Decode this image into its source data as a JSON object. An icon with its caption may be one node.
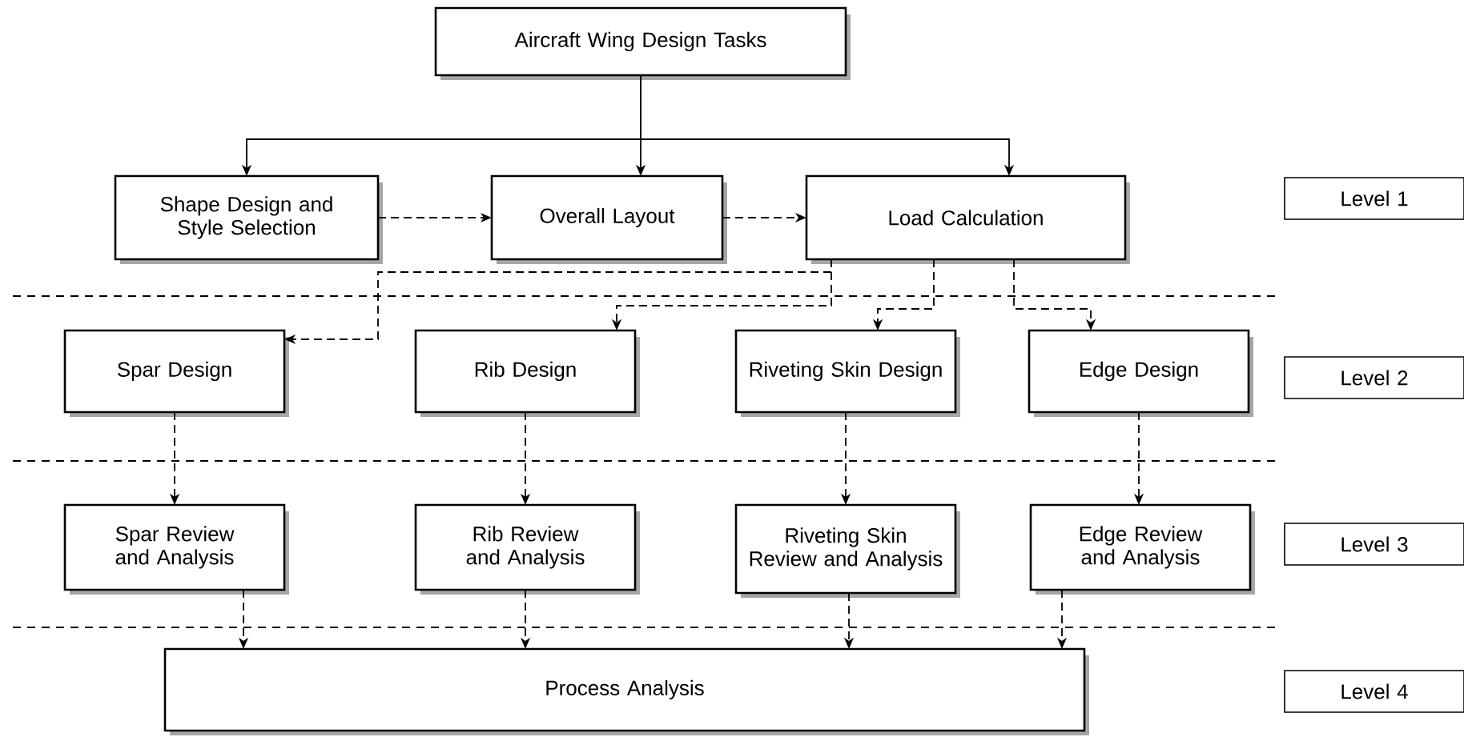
{
  "diagram": {
    "nodes": [
      {
        "text": [
          "Aircraft Wing Design Tasks"
        ]
      },
      {
        "text": [
          "Shape Design and Style Selection"
        ]
      },
      {
        "text": [
          "Overall Layout"
        ]
      },
      {
        "text": [
          "Load Calculation"
        ]
      },
      {
        "text": [
          "Level 1"
        ]
      },
      {
        "text": [
          "Spar Design"
        ]
      },
      {
        "text": [
          "Rib Design"
        ]
      },
      {
        "text": [
          "Riveting Skin Design"
        ]
      },
      {
        "text": [
          "Edge Design"
        ]
      },
      {
        "text": [
          "Level 2"
        ]
      },
      {
        "text": [
          "Spar Review and Analysis"
        ]
      },
      {
        "text": [
          "Rib Review and Analysis"
        ]
      },
      {
        "text": [
          "Riveting Skin Review and Analysis"
        ]
      },
      {
        "text": [
          "Edge Review and Analysis"
        ]
      },
      {
        "text": [
          "Level 3"
        ]
      },
      {
        "text": [
          "Process Analysis"
        ]
      },
      {
        "text": [
          "Level 4"
        ]
      }
    ],
    "edges": [
      {
        "from": 0,
        "to": 1,
        "arrow": "to"
      },
      {
        "from": 0,
        "to": 2,
        "arrow": "to"
      },
      {
        "from": 0,
        "to": 3,
        "arrow": "to"
      },
      {
        "from": 1,
        "to": 2,
        "arrow": "to",
        "style": "dashed"
      },
      {
        "from": 2,
        "to": 3,
        "arrow": "to",
        "style": "dashed"
      },
      {
        "from": 3,
        "to": 5,
        "arrow": "to",
        "style": "dashed"
      },
      {
        "from": 3,
        "to": 6,
        "arrow": "to",
        "style": "dashed"
      },
      {
        "from": 3,
        "to": 7,
        "arrow": "to",
        "style": "dashed"
      },
      {
        "from": 3,
        "to": 8,
        "arrow": "to",
        "style": "dashed"
      },
      {
        "from": 5,
        "to": 10,
        "arrow": "to",
        "style": "dashed"
      },
      {
        "from": 6,
        "to": 11,
        "arrow": "to",
        "style": "dashed"
      },
      {
        "from": 7,
        "to": 12,
        "arrow": "to",
        "style": "dashed"
      },
      {
        "from": 8,
        "to": 13,
        "arrow": "to",
        "style": "dashed"
      },
      {
        "from": 10,
        "to": 15,
        "arrow": "to",
        "style": "dashed"
      },
      {
        "from": 11,
        "to": 15,
        "arrow": "to",
        "style": "dashed"
      },
      {
        "from": 12,
        "to": 15,
        "arrow": "to",
        "style": "dashed"
      },
      {
        "from": 13,
        "to": 15,
        "arrow": "to",
        "style": "dashed"
      }
    ]
  }
}
